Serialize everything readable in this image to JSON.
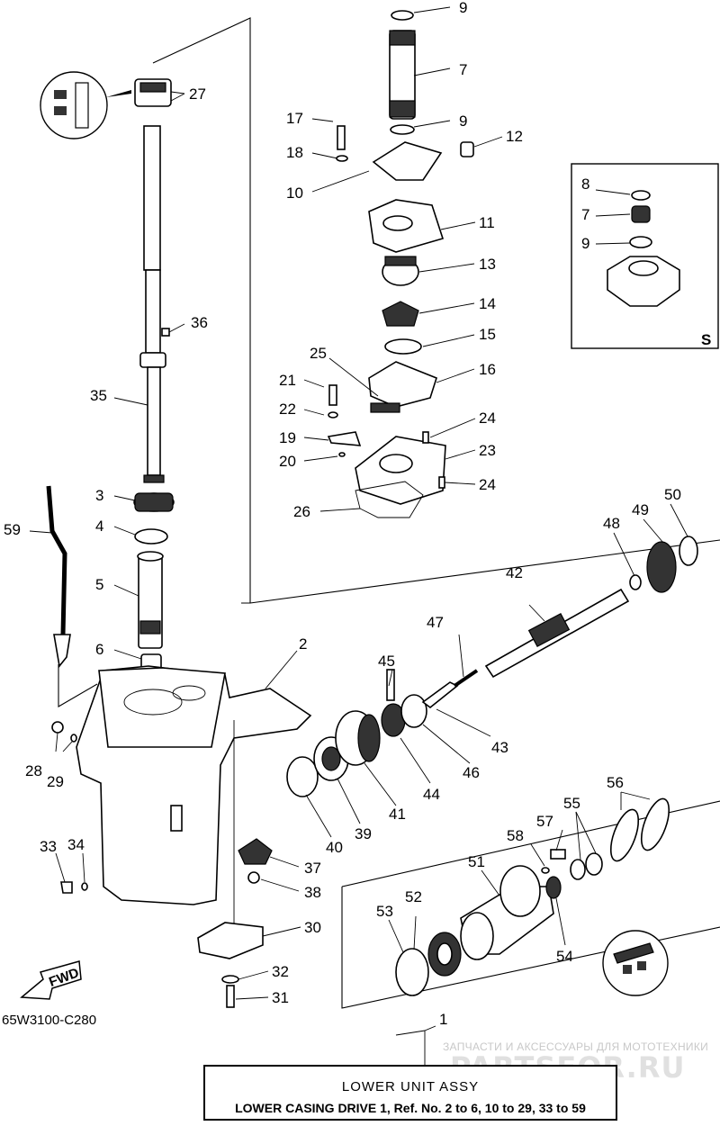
{
  "doc_code": "65W3100-C280",
  "title_box": {
    "title": "LOWER UNIT ASSY",
    "subtitle": "LOWER CASING DRIVE 1, Ref. No. 2 to 6, 10 to 29, 33 to 59"
  },
  "watermark": {
    "line1": "ЗАПЧАСТИ И АКСЕССУАРЫ ДЛЯ МОТОТЕХНИКИ",
    "line2": "PARTSFOR.RU"
  },
  "inset_mark": "S",
  "fwd_label": "FWD",
  "callouts": [
    "1",
    "2",
    "3",
    "4",
    "5",
    "6",
    "7",
    "7",
    "8",
    "9",
    "9",
    "9",
    "10",
    "11",
    "12",
    "13",
    "14",
    "15",
    "16",
    "17",
    "18",
    "19",
    "20",
    "21",
    "22",
    "23",
    "24",
    "24",
    "25",
    "26",
    "27",
    "28",
    "29",
    "30",
    "31",
    "32",
    "33",
    "34",
    "35",
    "36",
    "37",
    "38",
    "39",
    "40",
    "41",
    "42",
    "43",
    "44",
    "45",
    "46",
    "47",
    "48",
    "49",
    "50",
    "51",
    "52",
    "53",
    "54",
    "55",
    "56",
    "57",
    "58",
    "59"
  ]
}
